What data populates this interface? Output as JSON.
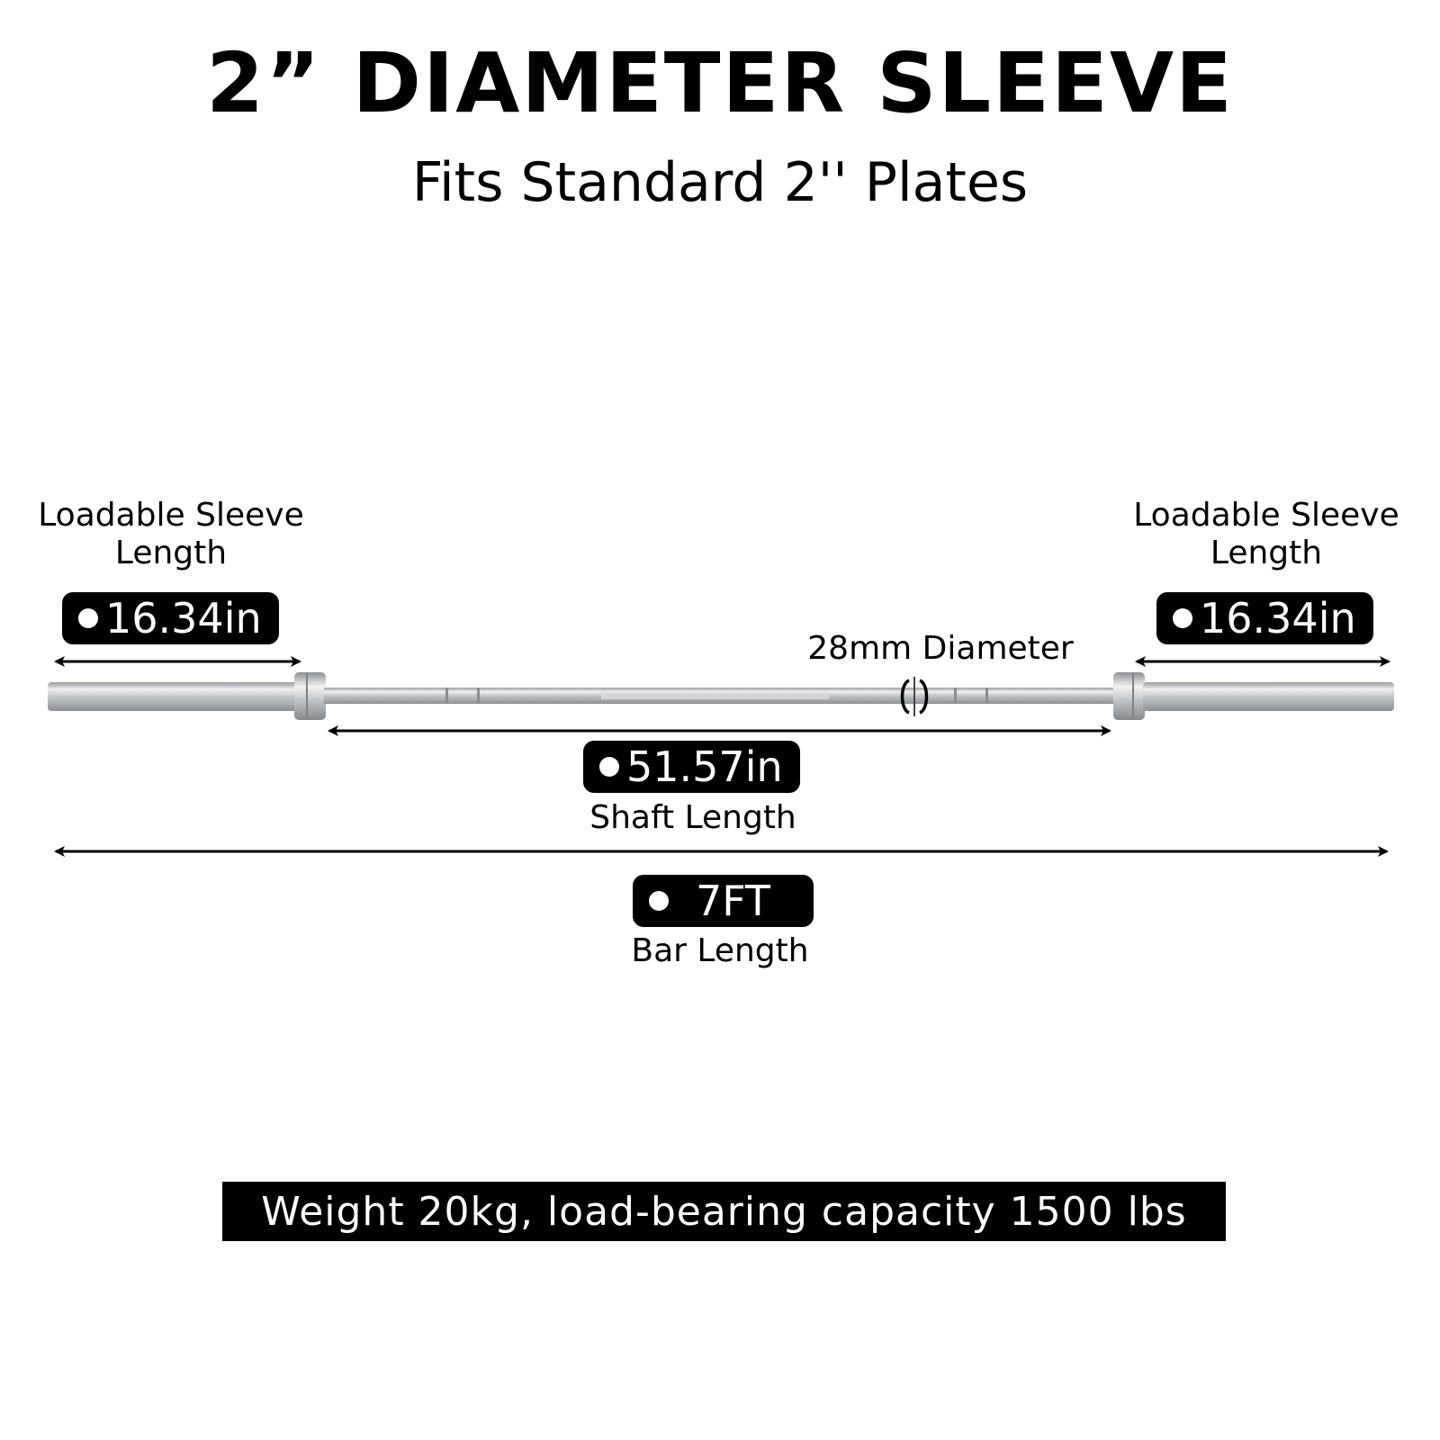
{
  "heading": {
    "title": "2” DIAMETER SLEEVE",
    "subtitle": "Fits Standard 2'' Plates"
  },
  "dimensions": {
    "left_sleeve": {
      "label_line1": "Loadable Sleeve",
      "label_line2": "Length",
      "value": "16.34in"
    },
    "right_sleeve": {
      "label_line1": "Loadable Sleeve",
      "label_line2": "Length",
      "value": "16.34in"
    },
    "shaft_diameter": {
      "label": "28mm Diameter"
    },
    "shaft": {
      "value": "51.57in",
      "label": "Shaft Length"
    },
    "bar": {
      "value": "7FT",
      "label": "Bar Length"
    }
  },
  "footer": {
    "text": "Weight 20kg, load-bearing capacity 1500 lbs"
  },
  "colors": {
    "text": "#000000",
    "pill_bg": "#000000",
    "pill_text": "#ffffff",
    "steel": "#c9cbce"
  }
}
